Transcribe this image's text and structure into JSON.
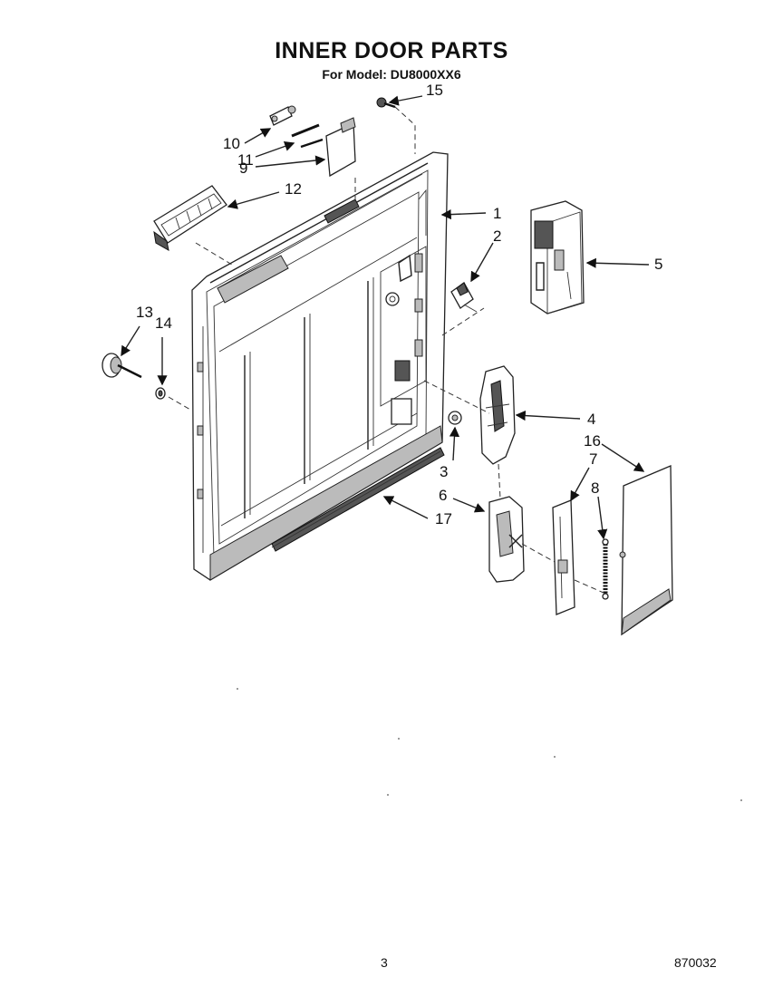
{
  "title": "INNER DOOR PARTS",
  "subtitle": "For Model: DU8000XX6",
  "callouts": [
    "1",
    "2",
    "3",
    "4",
    "5",
    "6",
    "7",
    "8",
    "9",
    "10",
    "11",
    "12",
    "13",
    "14",
    "15",
    "16",
    "17"
  ],
  "footer": {
    "page": "3",
    "code": "870032"
  }
}
